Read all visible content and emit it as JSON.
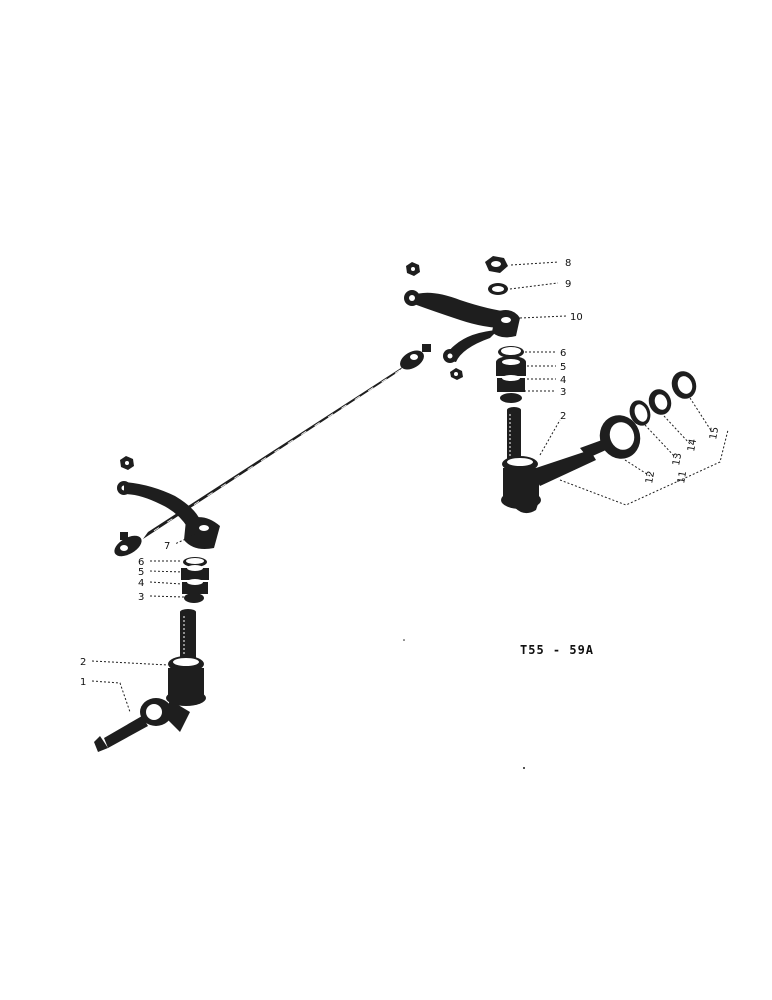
{
  "diagram": {
    "reference_code": "T55 - 59A",
    "callouts": {
      "left_assembly": [
        "7",
        "6",
        "5",
        "4",
        "3",
        "2",
        "1"
      ],
      "right_assembly": [
        "8",
        "9",
        "10",
        "6",
        "5",
        "4",
        "3",
        "2"
      ],
      "hub_bearings": [
        "12",
        "13",
        "14",
        "15",
        "11"
      ]
    }
  }
}
